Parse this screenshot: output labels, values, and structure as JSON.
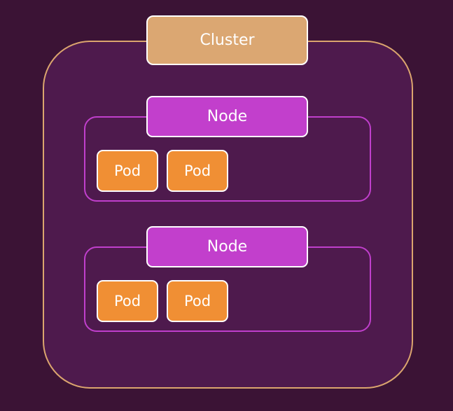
{
  "cluster": {
    "label": "Cluster",
    "colors": {
      "fill": "#4e1a4d",
      "border": "#dba56e",
      "label_fill": "#dba772"
    },
    "nodes": [
      {
        "label": "Node",
        "pods": [
          {
            "label": "Pod"
          },
          {
            "label": "Pod"
          }
        ]
      },
      {
        "label": "Node",
        "pods": [
          {
            "label": "Pod"
          },
          {
            "label": "Pod"
          }
        ]
      }
    ]
  },
  "colors": {
    "background": "#3b1335",
    "node": "#c23fcc",
    "pod": "#f08f34",
    "text": "#ffffff"
  }
}
